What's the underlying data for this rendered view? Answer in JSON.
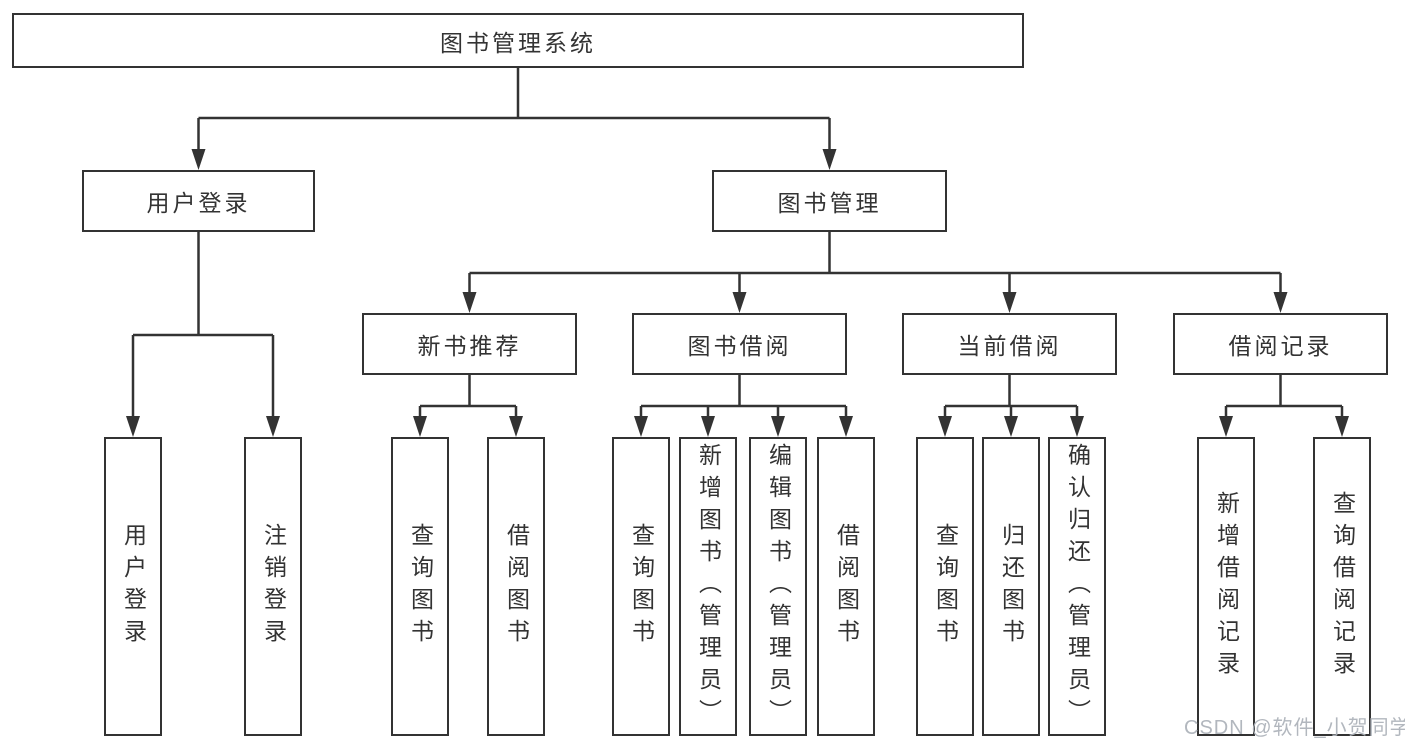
{
  "diagram": {
    "type": "tree",
    "root": {
      "label": "图书管理系统"
    },
    "level1": [
      {
        "label": "用户登录",
        "parent": "图书管理系统"
      },
      {
        "label": "图书管理",
        "parent": "图书管理系统"
      }
    ],
    "level2": [
      {
        "label": "新书推荐",
        "parent": "图书管理"
      },
      {
        "label": "图书借阅",
        "parent": "图书管理"
      },
      {
        "label": "当前借阅",
        "parent": "图书管理"
      },
      {
        "label": "借阅记录",
        "parent": "图书管理"
      }
    ],
    "leaves": [
      {
        "label": "用户登录",
        "parent": "用户登录"
      },
      {
        "label": "注销登录",
        "parent": "用户登录"
      },
      {
        "label": "查询图书",
        "parent": "新书推荐"
      },
      {
        "label": "借阅图书",
        "parent": "新书推荐"
      },
      {
        "label": "查询图书",
        "parent": "图书借阅"
      },
      {
        "label": "新增图书（管理员）",
        "parent": "图书借阅"
      },
      {
        "label": "编辑图书（管理员）",
        "parent": "图书借阅"
      },
      {
        "label": "借阅图书",
        "parent": "图书借阅"
      },
      {
        "label": "查询图书",
        "parent": "当前借阅"
      },
      {
        "label": "归还图书",
        "parent": "当前借阅"
      },
      {
        "label": "确认归还（管理员）",
        "parent": "当前借阅"
      },
      {
        "label": "新增借阅记录",
        "parent": "借阅记录"
      },
      {
        "label": "查询借阅记录",
        "parent": "借阅记录"
      }
    ],
    "hierarchy": {
      "图书管理系统": {
        "用户登录": [
          "用户登录",
          "注销登录"
        ],
        "图书管理": {
          "新书推荐": [
            "查询图书",
            "借阅图书"
          ],
          "图书借阅": [
            "查询图书",
            "新增图书（管理员）",
            "编辑图书（管理员）",
            "借阅图书"
          ],
          "当前借阅": [
            "查询图书",
            "归还图书",
            "确认归还（管理员）"
          ],
          "借阅记录": [
            "新增借阅记录",
            "查询借阅记录"
          ]
        }
      }
    },
    "watermark": "CSDN @软件_小贺同学",
    "colors": {
      "line": "#333333",
      "text": "#333333",
      "box_background": "#ffffff",
      "page_background": "#ffffff",
      "watermark": "#aeb3bb"
    }
  }
}
